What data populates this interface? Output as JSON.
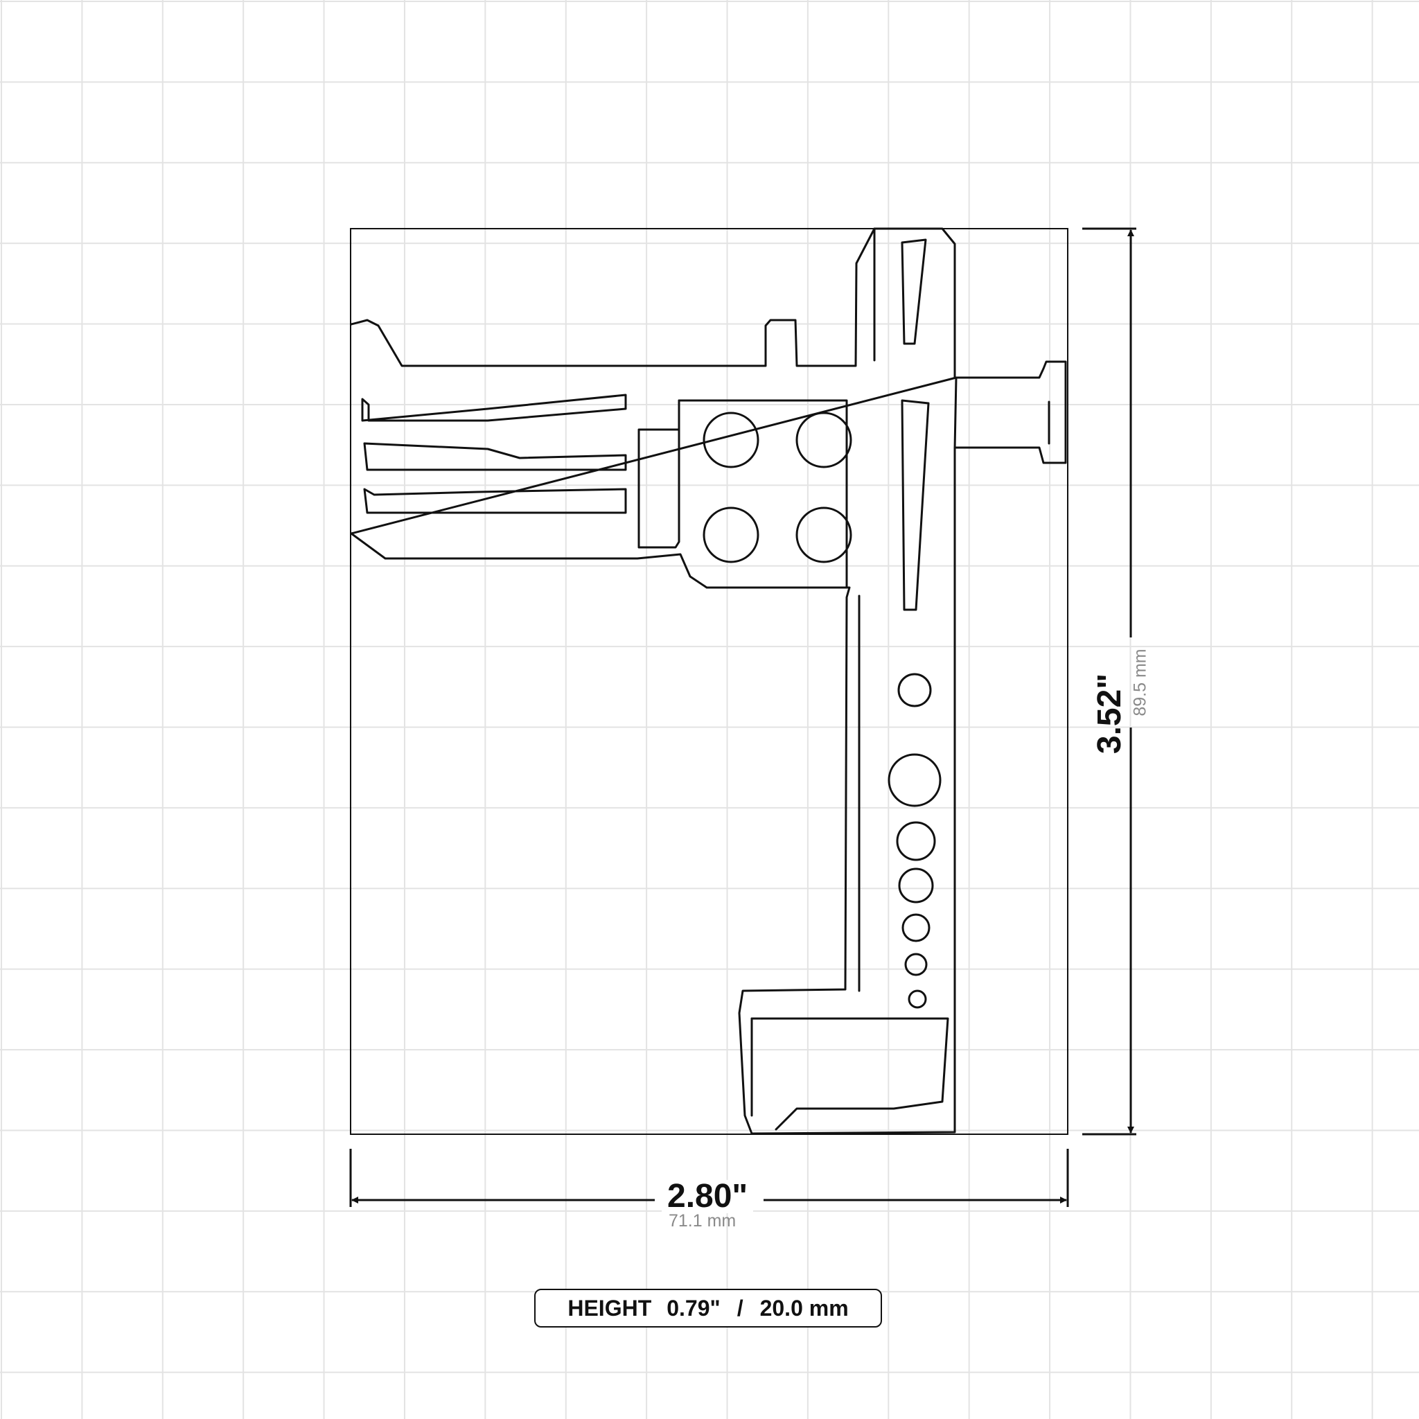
{
  "dimensions": {
    "width": {
      "inches": "2.80\"",
      "mm": "71.1 mm"
    },
    "height": {
      "inches": "3.52\"",
      "mm": "89.5 mm"
    },
    "depth": {
      "label": "HEIGHT",
      "inches": "0.79\"",
      "separator": "/",
      "mm": "20.0 mm"
    }
  },
  "colors": {
    "grid": "#e3e3e3",
    "ink": "#111111",
    "secondary_text": "#8a8a8a",
    "background": "#ffffff"
  }
}
